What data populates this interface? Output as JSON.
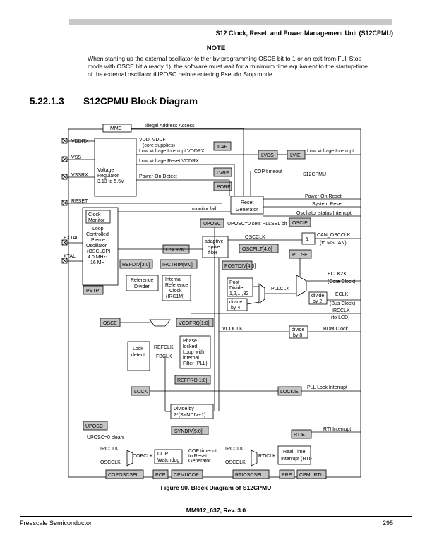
{
  "header": {
    "section_title": "S12 Clock, Reset, and Power Management Unit (S12CPMU)"
  },
  "note": {
    "title": "NOTE",
    "body": "When starting up the external oscillator (either by programming OSCE bit to 1 or on exit from Full Stop mode with OSCE bit already 1), the software must wait for a minimum time equivalent to the startup-time of the external oscillator tUPOSC before entering Pseudo Stop mode."
  },
  "section": {
    "number": "5.22.1.3",
    "title": "S12CPMU Block Diagram"
  },
  "diagram": {
    "labels": {
      "mmc": "MMC",
      "illegal_addr": "Illegal Address Access",
      "vddrx": "VDDRX",
      "vss": "VSS",
      "vssrx": "VSSRX",
      "reset_pin": "RESET",
      "extal": "EXTAL",
      "xtal": "XTAL",
      "vreg": [
        "Voltage",
        "Regulator",
        "3.13 to 5.5V"
      ],
      "vdd": "VDD, VDDF",
      "core_supplies": "(core supplies)",
      "lvi_vddrx": "Low Voltage Interrupt VDDRX",
      "lvr_vddrx": "Low Voltage Reset VDDRX",
      "por_detect": "Power-On Detect",
      "ilaf": "ILAF",
      "lvds": "LVDS",
      "lvie": "LVIE",
      "lvrf": "LVRF",
      "porf": "PORF",
      "lv_interrupt": "Low Voltage Interrupt",
      "cop_timeout": "COP timeout",
      "s12cpmu": "S12CPMU",
      "reset_gen": [
        "Reset",
        "Generator"
      ],
      "por": "Power-On Reset",
      "sys_reset": "System Reset",
      "osc_status": "Oscillator status Interrupt",
      "monitor_fail": "monitor fail",
      "oscie": "OSCIE",
      "uposc": "UPOSC",
      "uposc_note": "UPOSC=0 sets PLLSEL bit",
      "clock_monitor": [
        "Clock",
        "Monitor"
      ],
      "osc": [
        "Loop",
        "Controlled",
        "Pierce",
        "Oscillator",
        "(OSCLCP)",
        "4.0 MHz-",
        "16 MH"
      ],
      "oscbw": "OSCBW",
      "spike": [
        "adaptive",
        "spike",
        "filter"
      ],
      "oscfilt": "OSCFILT[4:0]",
      "oscclk": "OSCCLK",
      "and": "&",
      "can_oscclk": "CAN_OSCCLK",
      "to_mscan": "(to MSCAN)",
      "pllsel": "PLLSEL",
      "refdiv": "REFDIV[3:0]",
      "irctrim": "IRCTRIM[9:0]",
      "postdiv": "POSTDIV[4:0]",
      "ref_divider": [
        "Reference",
        "Divider"
      ],
      "irc": [
        "Internal",
        "Reference",
        "Clock",
        "(IRC1M)"
      ],
      "post_divider": [
        "Post",
        "Divider",
        "1,2,...,32"
      ],
      "div4": [
        "divide",
        "by 4"
      ],
      "pllclk": "PLLCLK",
      "eclk2x": "ECLK2X",
      "core_clock": "(Core Clock)",
      "div2": [
        "divide",
        "by 2"
      ],
      "eclk": "ECLK",
      "bus_clock": "(Bus Clock)",
      "irclk": "IRCCLK",
      "to_lcd": "(to LCD)",
      "pstp": "PSTP",
      "osce": "OSCE",
      "vcofrq": "VCOFRQ[1:0]",
      "vcoclk": "VCOCLK",
      "div8": [
        "divide",
        "by 8"
      ],
      "bdm_clock": "BDM Clock",
      "lock_detect": [
        "Lock",
        "detect"
      ],
      "refclk": "REFCLK",
      "fbclk": "FBCLK",
      "pll": [
        "Phase",
        "locked",
        "Loop with",
        "internal",
        "Filter (PLL)"
      ],
      "reffrq": "REFFRQ[1:0]",
      "lock": "LOCK",
      "lockie": "LOCKIE",
      "pll_lock_int": "PLL Lock Interrupt",
      "syndiv_box": [
        "Divide by",
        "2*(SYNDIV+1)"
      ],
      "syndiv": "SYNDIV[5:0]",
      "uposc2": "UPOSC",
      "uposc_clears": "UPOSC=0 clears",
      "rtie": "RTIE",
      "rti_interrupt": "RTI Interrupt",
      "ircclk_a": "IRCCLK",
      "oscclk_a": "OSCCLK",
      "copclk": "COPCLK",
      "cop_watchdog": [
        "COP",
        "Watchdog"
      ],
      "cop_timeout2": [
        "COP timeout",
        "to Reset",
        "Generator"
      ],
      "ircclk_b": "IRCCLK",
      "oscclk_b": "OSCCLK",
      "rticlk": "RTICLK",
      "rti": [
        "Real Time",
        "Interrupt (RTI)"
      ],
      "coposcsel": "COPOSCSEL",
      "pce": "PCE",
      "cpmucop": "CPMUCOP",
      "rtioscsel": "RTIOSCSEL",
      "pre": "PRE",
      "cpmurti": "CPMURTI"
    }
  },
  "figure_caption": "Figure 90. Block Diagram of S12CPMU",
  "footer": {
    "doc": "MM912_637, Rev. 3.0",
    "company": "Freescale Semiconductor",
    "page": "295"
  }
}
